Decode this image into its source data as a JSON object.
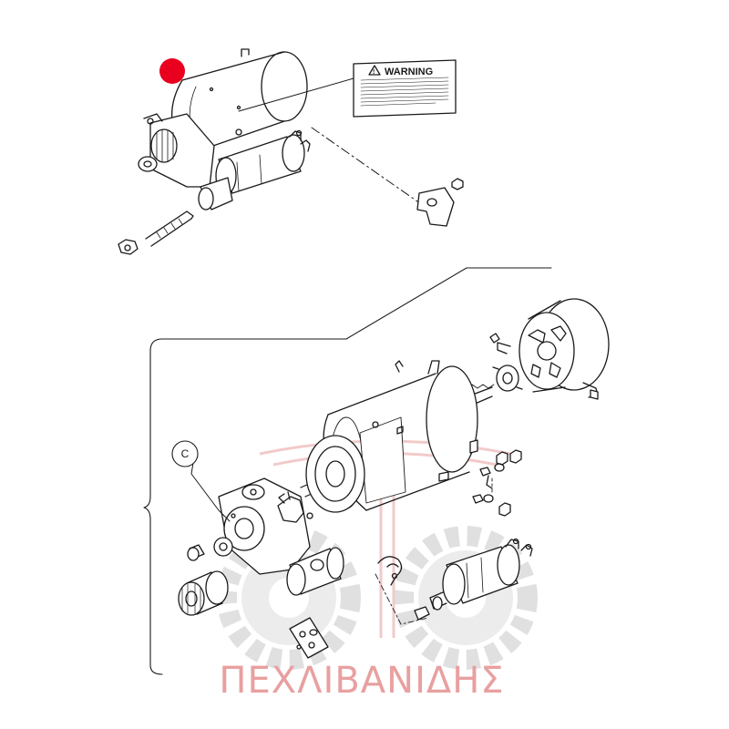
{
  "warning_label": {
    "title": "WARNING",
    "symbol": "!"
  },
  "callout_label": "C",
  "watermark": {
    "text": "ΠΕΧΛΙΒΑΝΙΔΗΣ",
    "color": "#e8a0a0",
    "gear_color": "#c8c8c8"
  },
  "marker": {
    "color": "#e8001e"
  },
  "colors": {
    "line": "#1a1a1a"
  }
}
